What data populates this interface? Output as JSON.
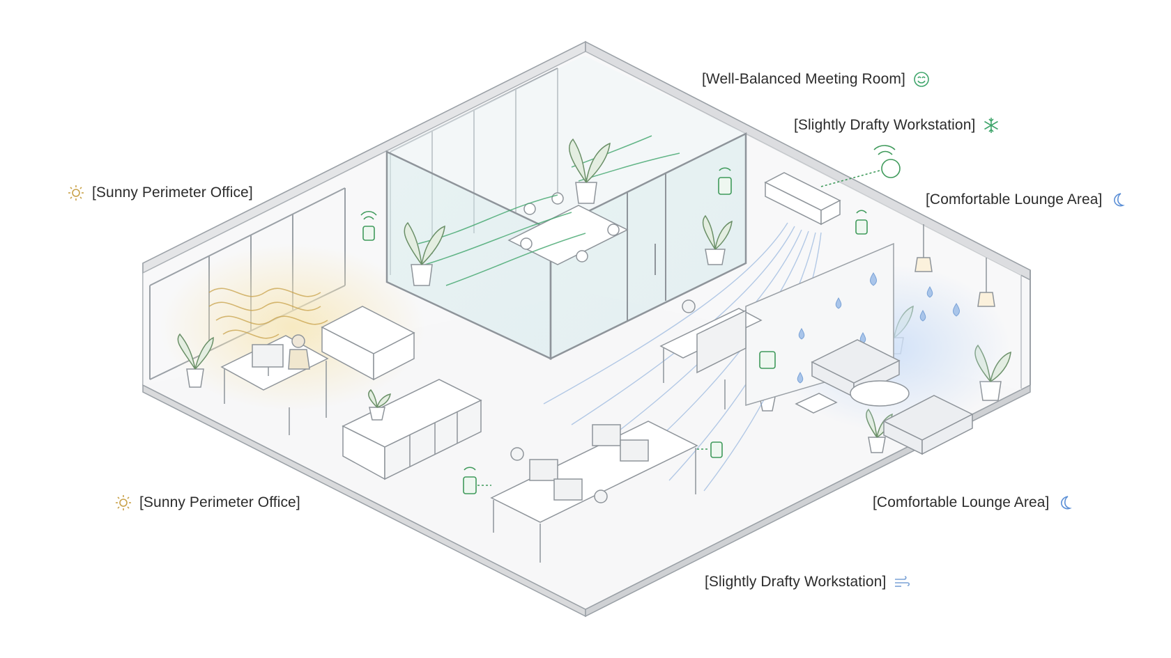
{
  "labels": {
    "meeting_room": "[Well-Balanced Meeting Room]",
    "drafty_top": "[Slightly Drafty Workstation]",
    "sunny_left": "[Sunny Perimeter Office]",
    "lounge_right": "[Comfortable Lounge Area]",
    "sunny_bottom": "[Sunny Perimeter Office]",
    "lounge_bottom": "[Comfortable Lounge Area]",
    "drafty_bottom": "[Slightly Drafty Workstation]"
  },
  "icons": {
    "meeting_room": "smiley-face-icon",
    "drafty_top": "snowflake-icon",
    "sunny_left": "sun-icon",
    "lounge_right": "crescent-moon-icon",
    "sunny_bottom": "sun-icon",
    "lounge_bottom": "crescent-moon-icon",
    "drafty_bottom": "wind-icon"
  },
  "colors": {
    "sunny": "#c9a24a",
    "cool": "#5b8fd6",
    "fresh": "#3fa56b",
    "device": "#3f9a5b",
    "line": "#9aa0a6"
  }
}
